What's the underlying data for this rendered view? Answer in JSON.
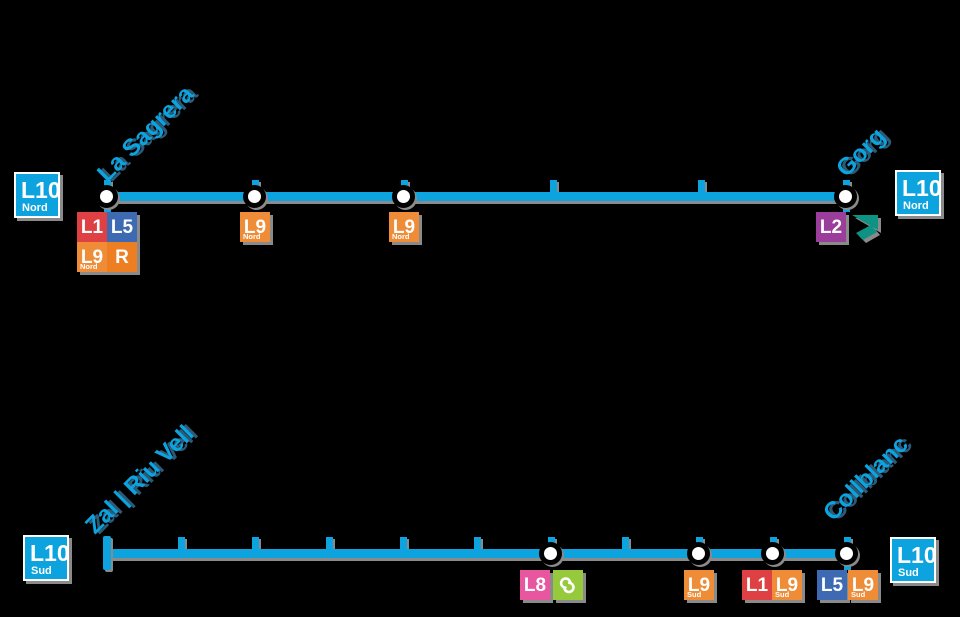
{
  "colors": {
    "background": "#000000",
    "line": "#0ca3de",
    "label": "#0ca3de",
    "label_shadow": "#2c5a77",
    "shadow": "#8a8a8a",
    "circle_ring": "#000000",
    "l1": "#df4043",
    "l5": "#3d6ab3",
    "l9": "#ef8c38",
    "rodalies": "#ee7e22",
    "l2": "#9b3e9b",
    "l8": "#e8569f",
    "fgc": "#97c93d",
    "tram": "#0d9283"
  },
  "nord": {
    "terminus_left": {
      "label": "L10",
      "branch": "Nord"
    },
    "terminus_right": {
      "label": "L10",
      "branch": "Nord"
    },
    "start_label": "La Sagrera",
    "end_label": "Gorg",
    "stations": {
      "la_sagrera": {
        "name": "La Sagrera",
        "badges": [
          {
            "label": "L1"
          },
          {
            "label": "L5"
          },
          {
            "label": "L9",
            "sub": "Nord"
          },
          {
            "label": "R"
          }
        ]
      },
      "station_2": {
        "badges": [
          {
            "label": "L9",
            "sub": "Nord"
          }
        ]
      },
      "station_3": {
        "badges": [
          {
            "label": "L9",
            "sub": "Nord"
          }
        ]
      },
      "gorg": {
        "name": "Gorg",
        "badges": [
          {
            "label": "L2"
          },
          {
            "icon": "tram-logo"
          }
        ]
      }
    }
  },
  "sud": {
    "terminus_left": {
      "label": "L10",
      "branch": "Sud"
    },
    "terminus_right": {
      "label": "L10",
      "branch": "Sud"
    },
    "start_label": "Zal | Riu Vell",
    "end_label": "Collblanc",
    "stations": {
      "gornal": {
        "badges": [
          {
            "label": "L8"
          },
          {
            "icon": "fgc-logo"
          }
        ]
      },
      "station_9": {
        "badges": [
          {
            "label": "L9",
            "sub": "Sud"
          }
        ]
      },
      "torrassa": {
        "badges": [
          {
            "label": "L1"
          },
          {
            "label": "L9",
            "sub": "Sud"
          }
        ]
      },
      "collblanc": {
        "name": "Collblanc",
        "badges": [
          {
            "label": "L5"
          },
          {
            "label": "L9",
            "sub": "Sud"
          }
        ]
      }
    }
  }
}
